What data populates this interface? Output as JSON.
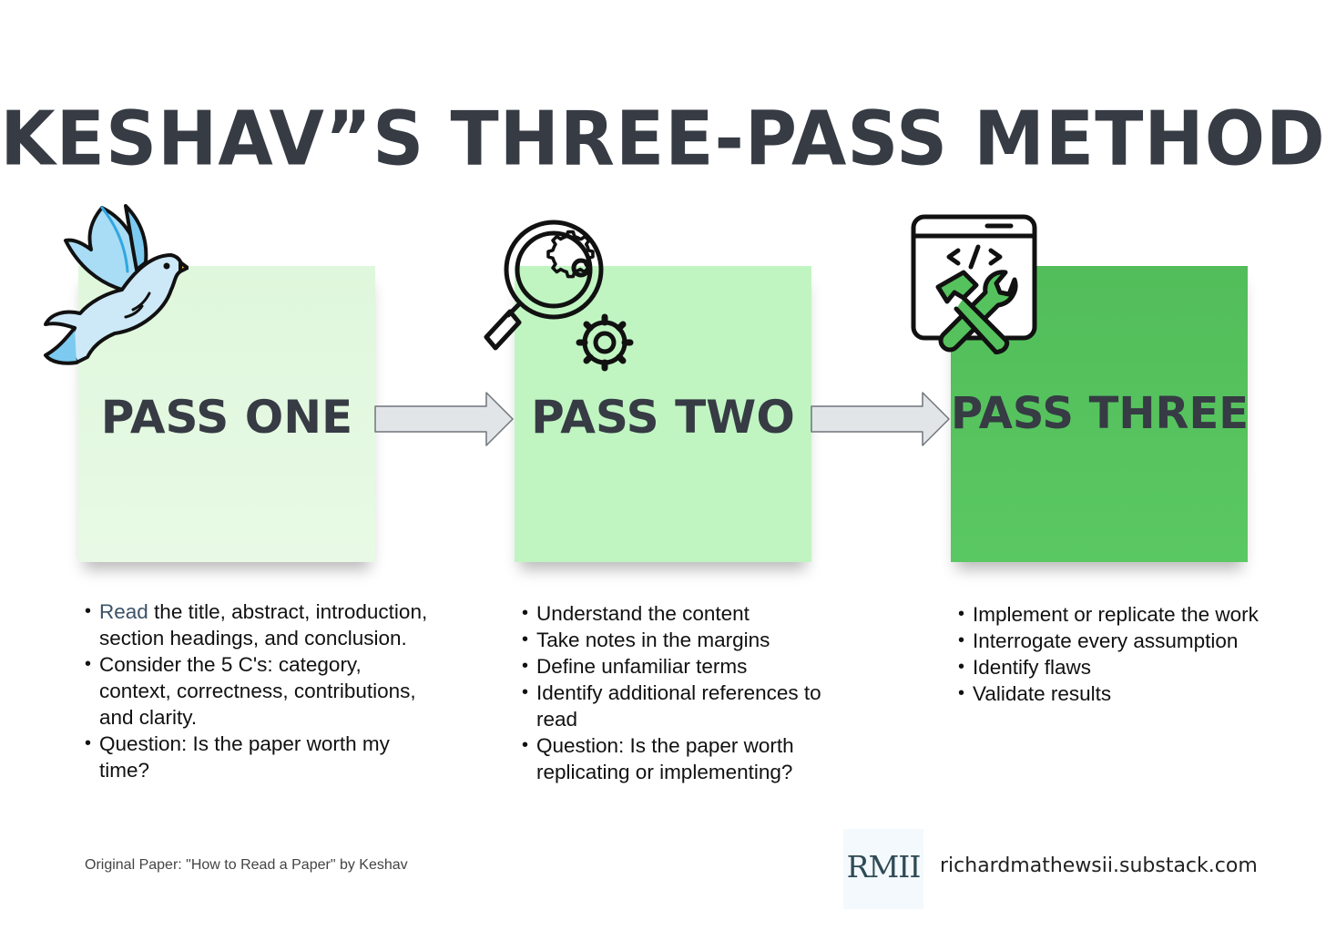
{
  "title": "KESHAV”S THREE-PASS METHOD",
  "passes": [
    {
      "label": "PASS ONE",
      "icon": "dove-icon",
      "color": "#e3f9e0",
      "bullets": [
        {
          "highlight": "Read",
          "text": " the title, abstract, introduction, section headings, and conclusion."
        },
        {
          "highlight": "",
          "text": "Consider the 5 C's: category, context, correctness, contributions, and clarity."
        },
        {
          "highlight": "",
          "text": "Question: Is the paper worth my time?"
        }
      ]
    },
    {
      "label": "PASS TWO",
      "icon": "magnifier-gears-icon",
      "color": "#c0f5c2",
      "bullets": [
        {
          "highlight": "",
          "text": "Understand the content"
        },
        {
          "highlight": "",
          "text": "Take notes in the margins"
        },
        {
          "highlight": "",
          "text": "Define unfamiliar terms"
        },
        {
          "highlight": "",
          "text": "Identify additional references to read"
        },
        {
          "highlight": "",
          "text": "Question: Is the paper worth replicating or implementing?"
        }
      ]
    },
    {
      "label": "PASS THREE",
      "icon": "code-tools-icon",
      "color": "#55c25d",
      "bullets": [
        {
          "highlight": "",
          "text": "Implement or replicate the work"
        },
        {
          "highlight": "",
          "text": "Interrogate every assumption"
        },
        {
          "highlight": "",
          "text": "Identify flaws"
        },
        {
          "highlight": "",
          "text": "Validate results"
        }
      ]
    }
  ],
  "footnote": "Original Paper: \"How to Read a Paper\" by Keshav",
  "logo": "RMII",
  "site": "richardmathewsii.substack.com",
  "colors": {
    "title": "#363b44",
    "arrow_fill": "#e2e5e8",
    "arrow_stroke": "#6f757b"
  }
}
